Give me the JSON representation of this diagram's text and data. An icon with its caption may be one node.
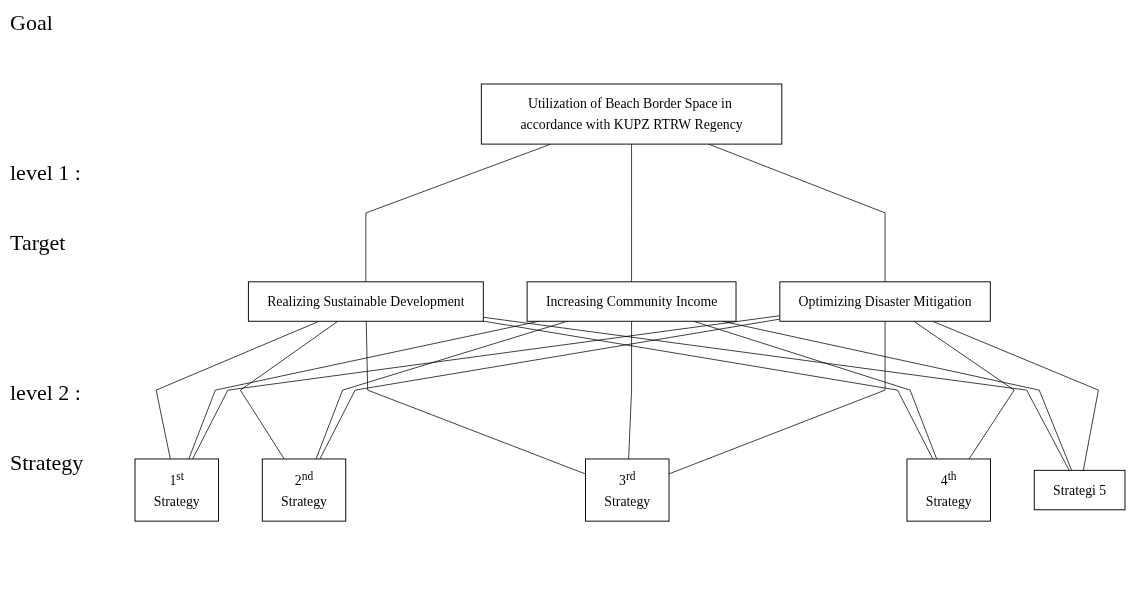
{
  "diagram": {
    "nodes": [
      {
        "text": [
          "Utilization of Beach Border Space in accordance with KUPZ RTRW Regency"
        ]
      },
      {
        "text": [
          "Realizing Sustainable Development"
        ]
      },
      {
        "text": [
          "Increasing Community Income"
        ]
      },
      {
        "text": [
          "Optimizing Disaster Mitigation"
        ]
      },
      {
        "text": [
          "1$^{st}$",
          "Strategy"
        ]
      },
      {
        "text": [
          "2$^{nd}$",
          "Strategy"
        ]
      },
      {
        "text": [
          "3$^{rd}$",
          "Strategy"
        ]
      },
      {
        "text": [
          "4$^{th}$",
          "Strategy"
        ]
      },
      {
        "text": [
          "Strategi 5"
        ]
      }
    ],
    "edges": [
      {
        "from": 0,
        "to": 1,
        "arrow": "none"
      },
      {
        "from": 0,
        "to": 2,
        "arrow": "none"
      },
      {
        "from": 0,
        "to": 3,
        "arrow": "none"
      },
      {
        "from": 1,
        "to": 4,
        "arrow": "none"
      },
      {
        "from": 1,
        "to": 5,
        "arrow": "none"
      },
      {
        "from": 1,
        "to": 6,
        "arrow": "none"
      },
      {
        "from": 1,
        "to": 7,
        "arrow": "none"
      },
      {
        "from": 1,
        "to": 8,
        "arrow": "none"
      },
      {
        "from": 2,
        "to": 4,
        "arrow": "none"
      },
      {
        "from": 2,
        "to": 5,
        "arrow": "none"
      },
      {
        "from": 2,
        "to": 6,
        "arrow": "none"
      },
      {
        "from": 2,
        "to": 7,
        "arrow": "none"
      },
      {
        "from": 2,
        "to": 8,
        "arrow": "none"
      },
      {
        "from": 3,
        "to": 4,
        "arrow": "none"
      },
      {
        "from": 3,
        "to": 5,
        "arrow": "none"
      },
      {
        "from": 3,
        "to": 6,
        "arrow": "none"
      },
      {
        "from": 3,
        "to": 7,
        "arrow": "none"
      },
      {
        "from": 3,
        "to": 8,
        "arrow": "none"
      }
    ],
    "labels": [
      "Goal",
      "level 1 :",
      "Target",
      "level 2 :",
      "Strategy"
    ]
  }
}
